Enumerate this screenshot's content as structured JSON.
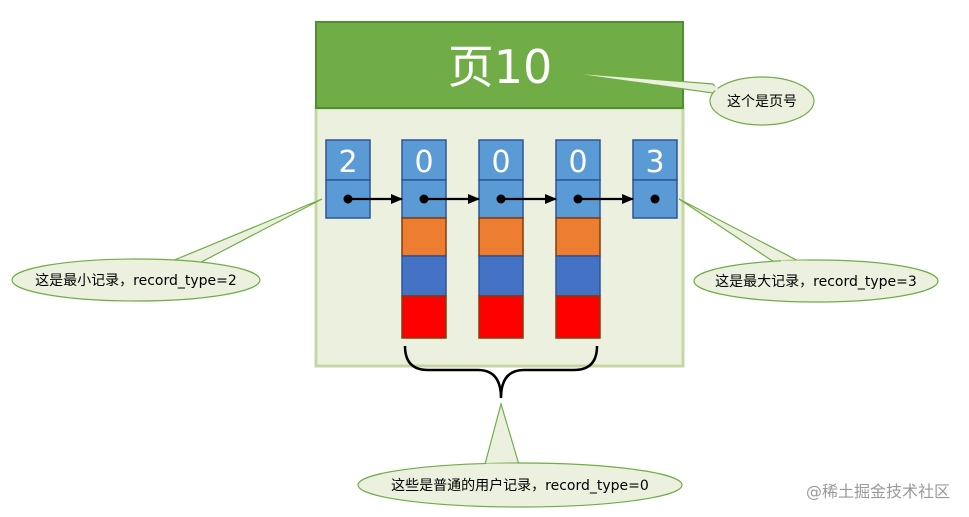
{
  "page": {
    "header_title": "页10",
    "colors": {
      "header_green": "#70ad47",
      "header_border": "#4f8f2f",
      "body_fill": "#ebf1de",
      "body_border": "#c5d8a4",
      "slot_blue": "#5b9bd5",
      "slot_border": "#2f5597",
      "orange": "#ed7d31",
      "dark_blue": "#4472c4",
      "red": "#ff0000",
      "brown_border": "#843c0c"
    }
  },
  "records": [
    {
      "n_owned": "2",
      "kind": "min"
    },
    {
      "n_owned": "0",
      "kind": "user"
    },
    {
      "n_owned": "0",
      "kind": "user"
    },
    {
      "n_owned": "0",
      "kind": "user"
    },
    {
      "n_owned": "3",
      "kind": "max"
    }
  ],
  "callouts": {
    "page_number": "这个是页号",
    "min_record": "这是最小记录，record_type=2",
    "max_record": "这是最大记录，record_type=3",
    "user_records": "这些是普通的用户记录，record_type=0"
  },
  "watermark": "@稀土掘金技术社区"
}
